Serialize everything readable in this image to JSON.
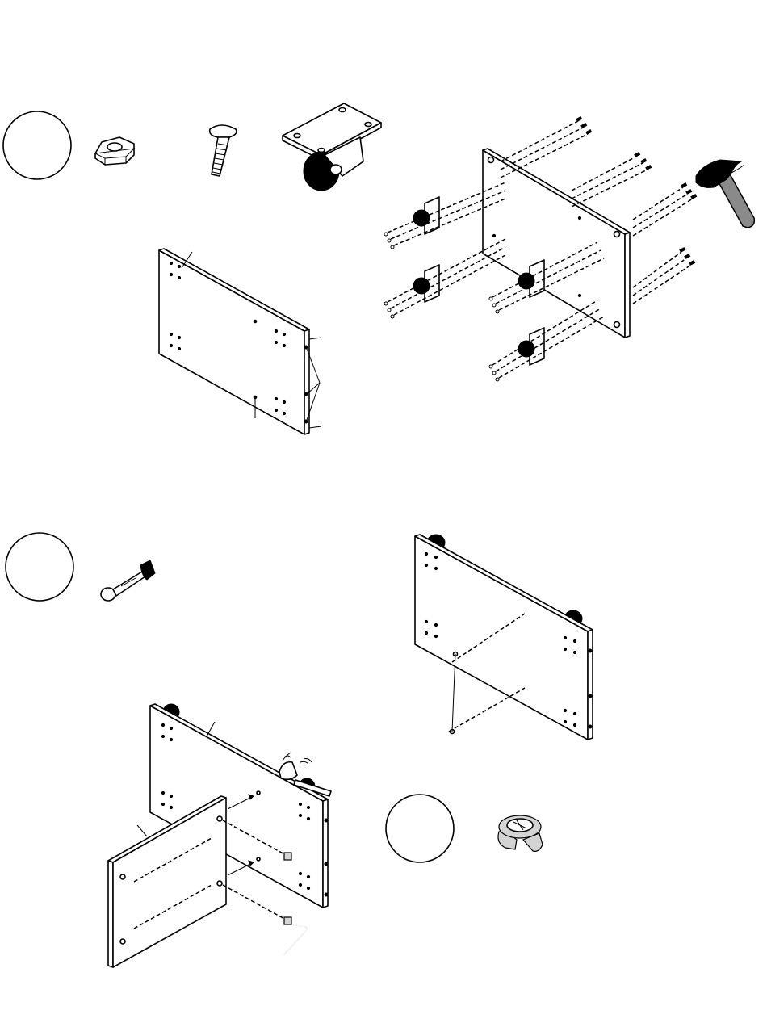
{
  "diagram": {
    "steps": [
      {
        "id": "step-a",
        "label": ""
      },
      {
        "id": "step-b",
        "label": ""
      },
      {
        "id": "step-c",
        "label": ""
      }
    ],
    "parts": [
      {
        "name": "hex-nut"
      },
      {
        "name": "carriage-bolt"
      },
      {
        "name": "plate-caster"
      },
      {
        "name": "screwdriver"
      },
      {
        "name": "cam-lock"
      },
      {
        "name": "hammer"
      },
      {
        "name": "allen-key"
      }
    ],
    "colors": {
      "line": "#000000",
      "metal": "#8a8a8a",
      "hardware_light": "#d4d4d4",
      "background": "#ffffff"
    }
  }
}
